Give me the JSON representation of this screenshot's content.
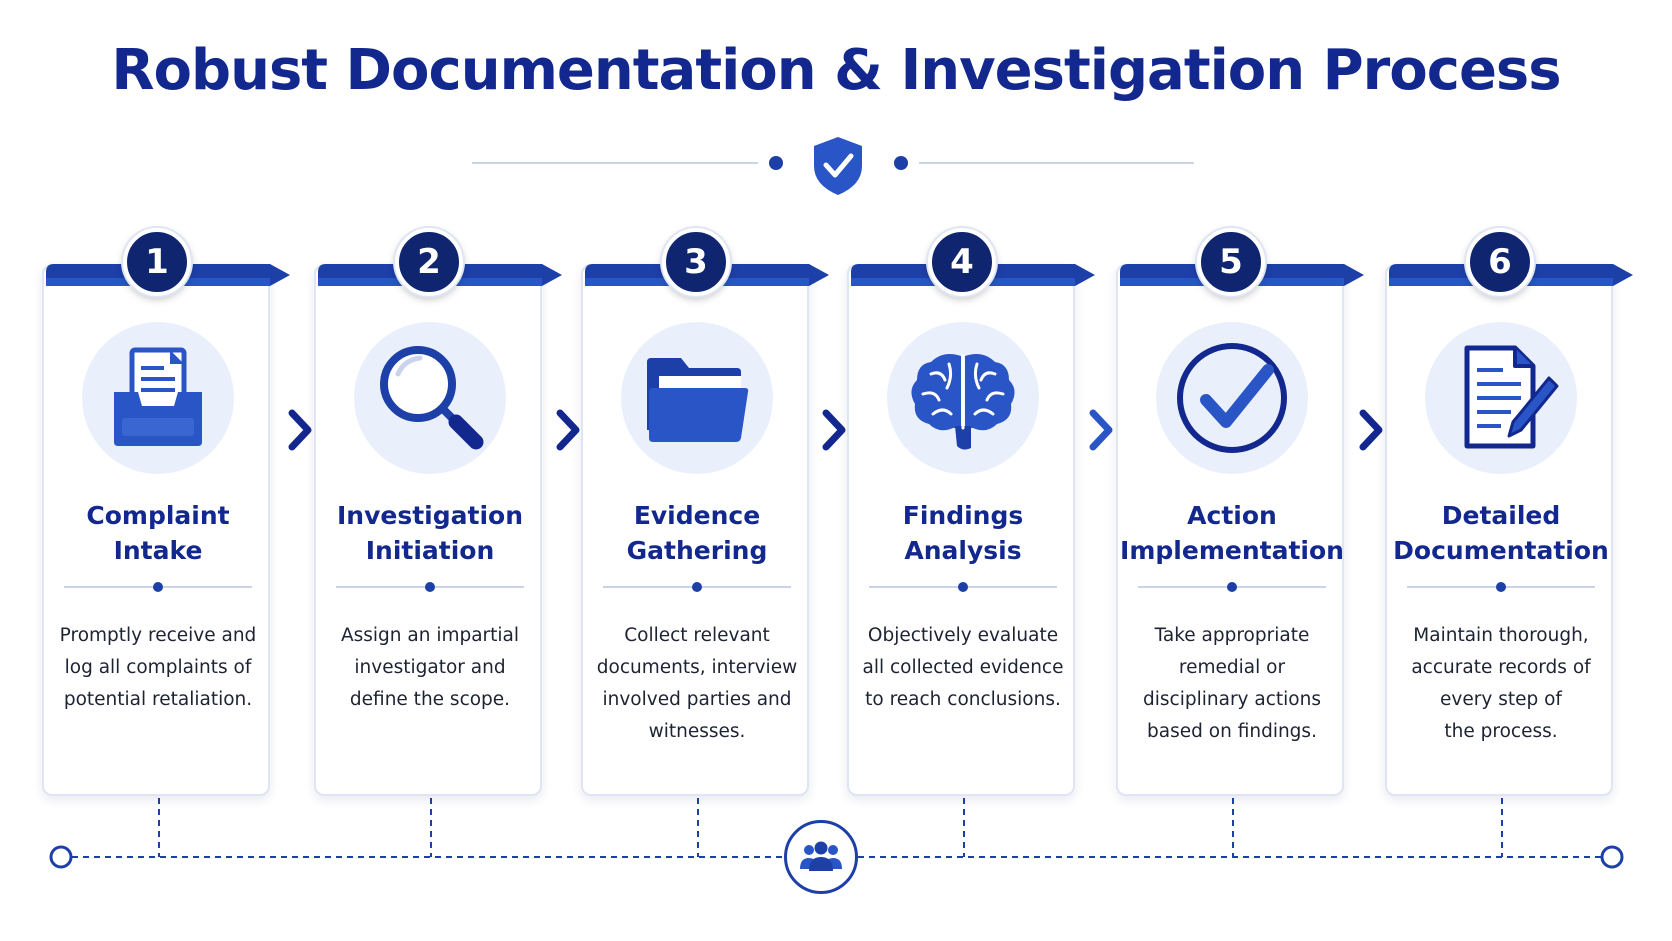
{
  "title": "Robust Documentation & Investigation Process",
  "colors": {
    "primary": "#13288e",
    "accent": "#2a55c6",
    "badge": "#10256f",
    "icon_bg": "#eaf0fb",
    "line": "#c9d4ea"
  },
  "header_icon": "shield-check-icon",
  "footer_icon": "people-group-icon",
  "steps": [
    {
      "number": "1",
      "title": "Complaint\nIntake",
      "icon": "inbox-document-icon",
      "description": "Promptly receive and\nlog all complaints of\npotential retaliation."
    },
    {
      "number": "2",
      "title": "Investigation\nInitiation",
      "icon": "magnifier-icon",
      "description": "Assign an impartial\ninvestigator and\ndefine the scope."
    },
    {
      "number": "3",
      "title": "Evidence\nGathering",
      "icon": "folder-icon",
      "description": "Collect relevant\ndocuments, interview\ninvolved parties and\nwitnesses."
    },
    {
      "number": "4",
      "title": "Findings\nAnalysis",
      "icon": "brain-icon",
      "description": "Objectively evaluate\nall collected evidence\nto reach conclusions."
    },
    {
      "number": "5",
      "title": "Action\nImplementation",
      "icon": "check-circle-icon",
      "description": "Take appropriate\nremedial or\ndisciplinary actions\nbased on findings."
    },
    {
      "number": "6",
      "title": "Detailed\nDocumentation",
      "icon": "document-pen-icon",
      "description": "Maintain thorough,\naccurate records of\nevery step of\nthe process."
    }
  ]
}
